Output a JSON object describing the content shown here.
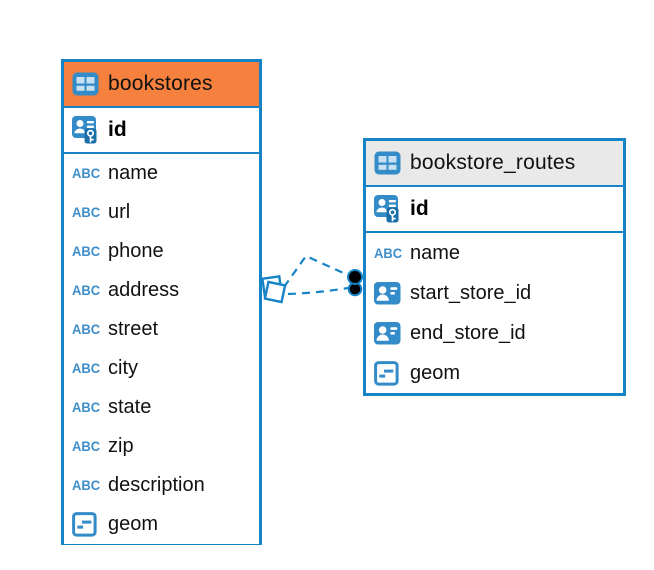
{
  "diagram": {
    "type": "entity-relationship-diagram",
    "background": "#ffffff"
  },
  "colors": {
    "accent_blue": "#1583C6",
    "icon_blue": "#338CC8",
    "icon_cell_light": "#C7E0F2",
    "key_patch_blue": "#1A6FA9",
    "header_orange": "#F6813E",
    "header_gray": "#E9E9E9",
    "text_dark": "#111111",
    "marker_black": "#000000",
    "marker_white": "#ffffff"
  },
  "icon_labels": {
    "abc": "ABC"
  },
  "tables": [
    {
      "name": "bookstores",
      "header_bg": "#F6813E",
      "header_icon": "table-icon",
      "primary_key": {
        "name": "id",
        "icon": "primary-key-icon"
      },
      "fields": [
        {
          "name": "name",
          "icon": "text-icon"
        },
        {
          "name": "url",
          "icon": "text-icon"
        },
        {
          "name": "phone",
          "icon": "text-icon"
        },
        {
          "name": "address",
          "icon": "text-icon"
        },
        {
          "name": "street",
          "icon": "text-icon"
        },
        {
          "name": "city",
          "icon": "text-icon"
        },
        {
          "name": "state",
          "icon": "text-icon"
        },
        {
          "name": "zip",
          "icon": "text-icon"
        },
        {
          "name": "description",
          "icon": "text-icon"
        },
        {
          "name": "geom",
          "icon": "geometry-icon"
        }
      ]
    },
    {
      "name": "bookstore_routes",
      "header_bg": "#E9E9E9",
      "header_icon": "table-icon",
      "primary_key": {
        "name": "id",
        "icon": "primary-key-icon"
      },
      "fields": [
        {
          "name": "name",
          "icon": "text-icon"
        },
        {
          "name": "start_store_id",
          "icon": "foreign-key-icon"
        },
        {
          "name": "end_store_id",
          "icon": "foreign-key-icon"
        },
        {
          "name": "geom",
          "icon": "geometry-icon"
        }
      ]
    }
  ],
  "relationships": [
    {
      "from_table": "bookstores",
      "to_table": "bookstore_routes",
      "line_style": "dashed",
      "from_marker": "stacked-squares",
      "to_marker": "filled-dot"
    },
    {
      "from_table": "bookstores",
      "to_table": "bookstore_routes",
      "line_style": "dashed",
      "from_marker": "stacked-squares",
      "to_marker": "filled-dot"
    }
  ]
}
